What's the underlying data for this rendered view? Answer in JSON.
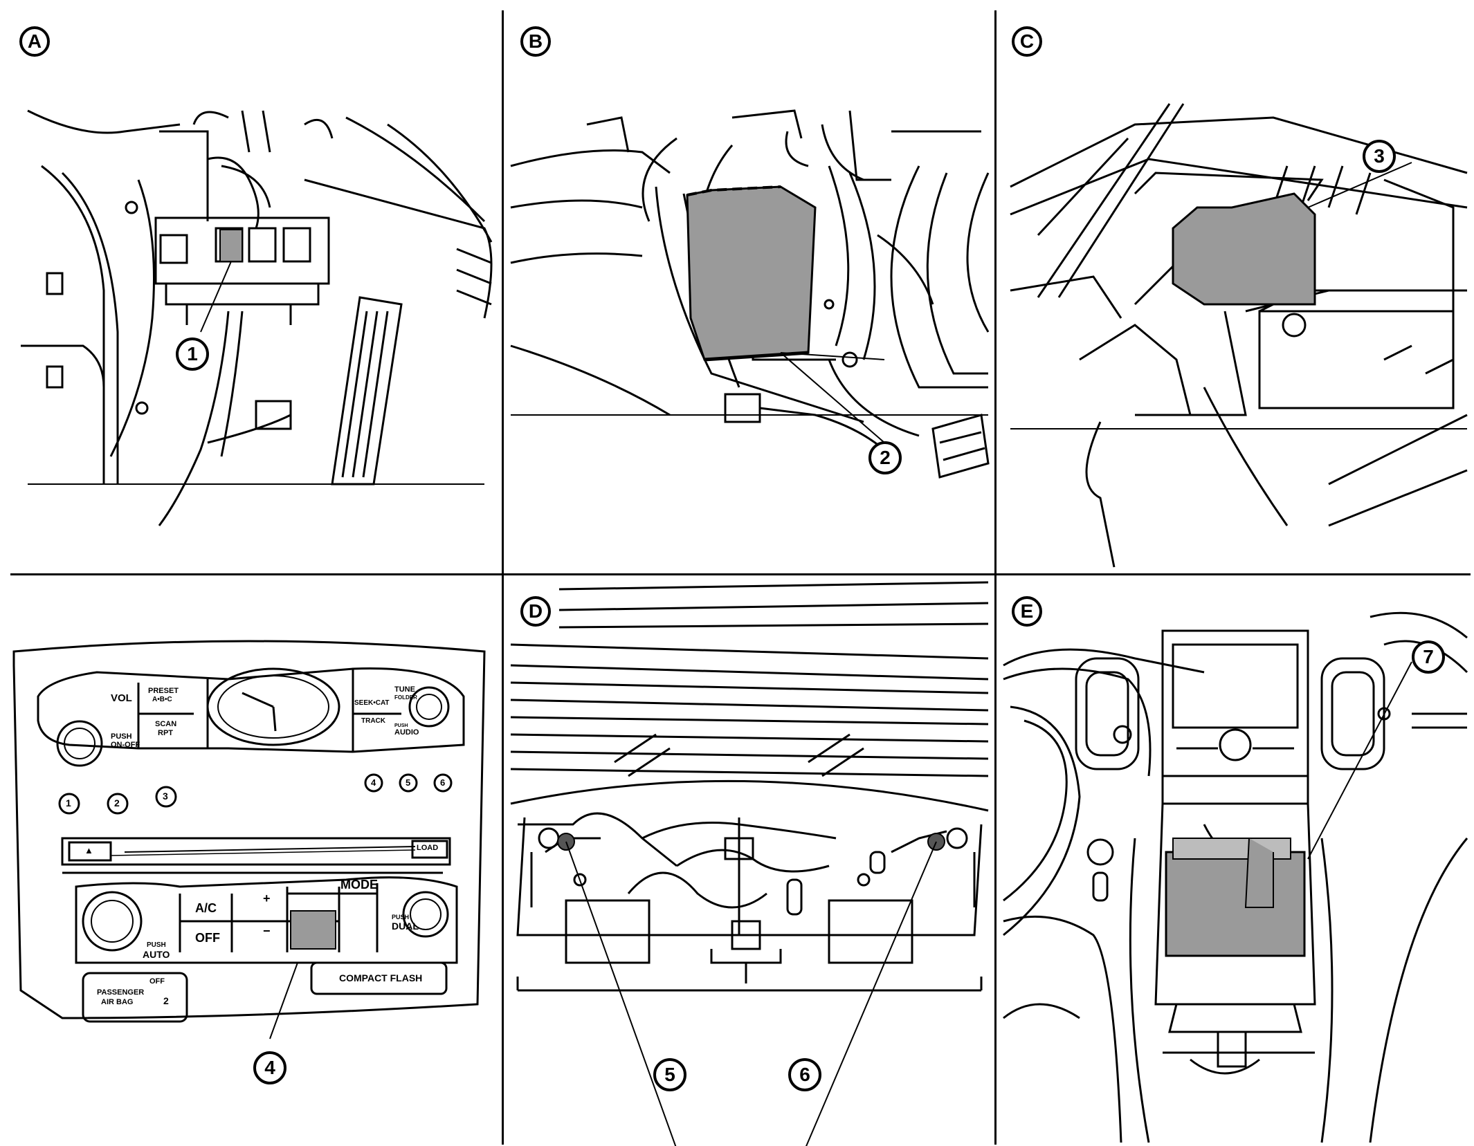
{
  "panels": [
    {
      "letter": "A"
    },
    {
      "letter": "B"
    },
    {
      "letter": "C"
    },
    {
      "letter": "D"
    },
    {
      "letter": "E"
    }
  ],
  "callouts": [
    "1",
    "2",
    "3",
    "4",
    "5",
    "6",
    "7"
  ],
  "console": {
    "vol": "VOL",
    "push_on_off": "PUSH\nON-OFF",
    "preset": "PRESET",
    "preset_abc": "A•B•C",
    "scan": "SCAN",
    "rpt": "RPT",
    "seek_cat": "SEEK•CAT",
    "track": "TRACK",
    "tune": "TUNE",
    "folder": "FOLDER",
    "push": "PUSH",
    "audio": "AUDIO",
    "presets_left": [
      "1",
      "2",
      "3"
    ],
    "presets_right": [
      "4",
      "5",
      "6"
    ],
    "load": "LOAD",
    "eject": "▲",
    "ac": "A/C",
    "off": "OFF",
    "fan_plus": "+",
    "fan_minus": "−",
    "mode": "MODE",
    "push_auto_push": "PUSH",
    "auto": "AUTO",
    "push_dual_push": "PUSH",
    "dual": "DUAL",
    "compact_flash": "COMPACT FLASH",
    "passenger": "PASSENGER",
    "air_bag": "AIR BAG",
    "airbag_off": "OFF",
    "airbag_num": "2"
  },
  "colors": {
    "line": "#000000",
    "shade": "#b0b0b0",
    "background": "#ffffff"
  }
}
